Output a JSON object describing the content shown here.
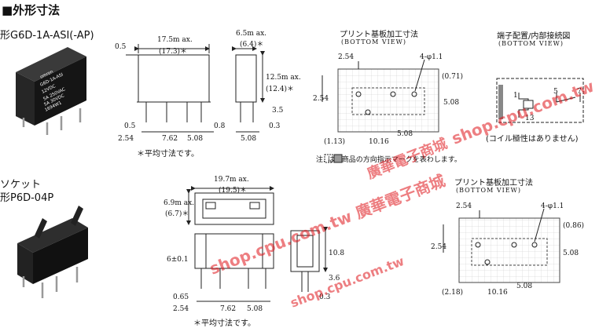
{
  "section_title": "■外形寸法",
  "relay": {
    "model_label": "形G6D-1A-ASI(-AP)",
    "photo_text": [
      "omron",
      "G6D-1A-ASI",
      "12VDC",
      "5A 250VAC",
      "5A 30VDC",
      "1694W1"
    ],
    "side_dims": {
      "w": "17.5m ax.",
      "w_avg": "(17.3)＊",
      "top": "0.5",
      "bottom": "0.5",
      "pitch_a": "2.54",
      "pitch_b": "7.62",
      "pitch_c": "5.08",
      "pin": "0.8"
    },
    "end_dims": {
      "t": "6.5m ax.",
      "t_avg": "(6.4)＊",
      "h": "12.5m ax.",
      "h_avg": "(12.4)＊",
      "pin_len": "3.5",
      "pin": "0.3",
      "pitch": "5.08"
    },
    "avg_note": "＊平均寸法です。",
    "pcb_title": "プリント基板加工寸法",
    "pcb_sub": "(BOTTOM VIEW)",
    "pcb": {
      "d1": "2.54",
      "hole": "4-φ1.1",
      "d2": "(0.71)",
      "d3": "2.54",
      "d4": "5.08",
      "d5": "(1.13)",
      "d6": "10.16",
      "d7": "5.08"
    },
    "pin_title": "端子配置/内部接続図",
    "pin_sub": "(BOTTOM VIEW)",
    "pins": {
      "p1": "1",
      "p13": "13",
      "p5": "5",
      "p7": "7"
    },
    "polarity_note": "(コイル極性はありません)",
    "mark_note": "注.        は、商品の方向指示マークを表わします。"
  },
  "socket": {
    "category": "ソケット",
    "model_label": "形P6D-04P",
    "top_dims": {
      "w": "19.7m ax.",
      "w_avg": "(19.5)＊",
      "t": "6.9m ax.",
      "t_avg": "(6.7)＊"
    },
    "side_dims": {
      "h1": "6±0.1",
      "h2": "10.8",
      "pin_len": "3.6",
      "pin": "0.3",
      "a": "0.65",
      "b": "2.54",
      "c": "7.62",
      "d": "5.08"
    },
    "avg_note": "＊平均寸法です。",
    "pcb_title": "プリント基板加工寸法",
    "pcb_sub": "(BOTTOM VIEW)",
    "pcb": {
      "d1": "2.54",
      "hole": "4-φ1.1",
      "d2": "(0.86)",
      "d3": "2.54",
      "d4": "5.08",
      "d5": "(2.18)",
      "d6": "10.16",
      "d7": "5.08"
    }
  },
  "watermarks": [
    "shop.cpu.com.tw",
    "廣華電子商城",
    "shop.cpu.com.tw 廣華電子商城",
    "shop.cpu.com.tw"
  ]
}
